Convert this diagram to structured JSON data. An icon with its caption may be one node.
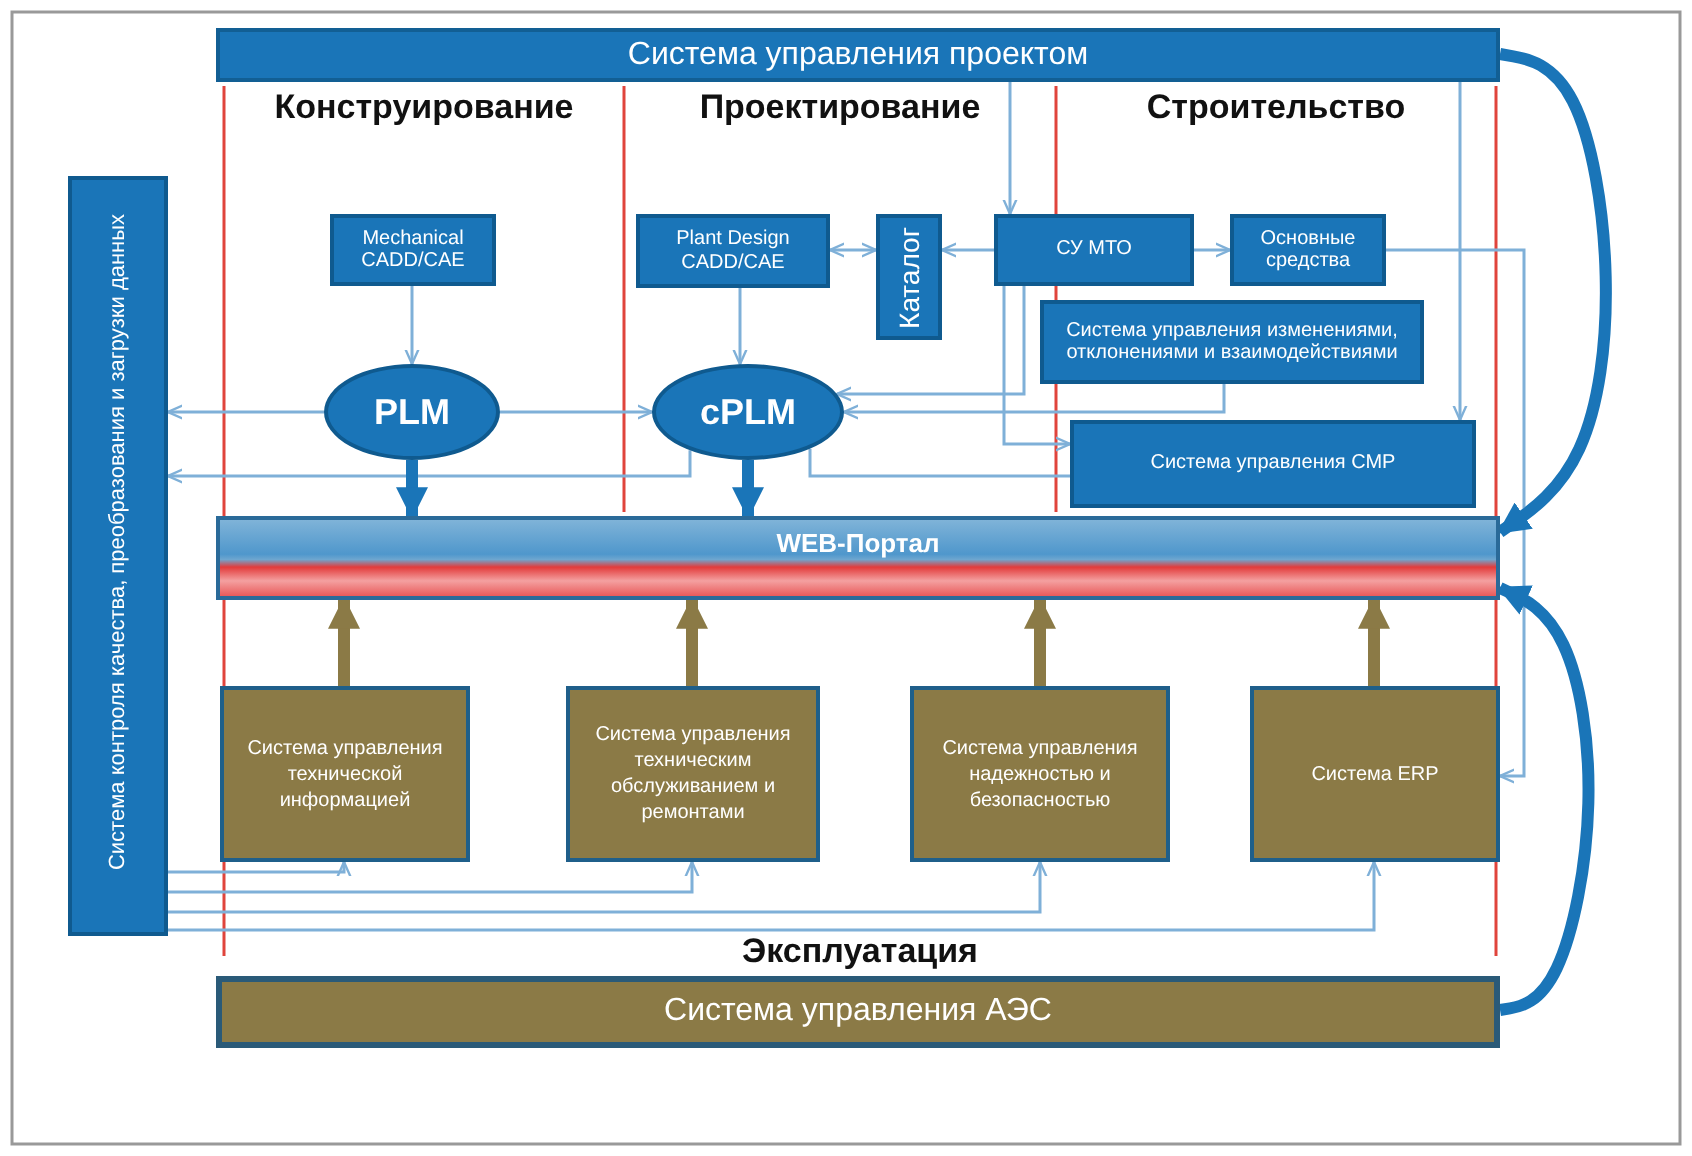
{
  "diagram": {
    "nodes": [
      {
        "text": [
          "Система управления проектом"
        ]
      },
      {
        "text": [
          "Mechanical CADD/CAE"
        ]
      },
      {
        "text": [
          "PLM"
        ]
      },
      {
        "text": [
          "Plant Design CADD/CAE"
        ]
      },
      {
        "text": [
          "Каталог"
        ]
      },
      {
        "text": [
          "СУ МТО"
        ]
      },
      {
        "text": [
          "Основные средства"
        ]
      },
      {
        "text": [
          "Система управления изменениями, отклонениями и взаимодействиями"
        ]
      },
      {
        "text": [
          "cPLM"
        ]
      },
      {
        "text": [
          "Система управления СМР"
        ]
      },
      {
        "text": [
          "WEB-Портал"
        ]
      },
      {
        "text": [
          "Система управления технической информацией"
        ]
      },
      {
        "text": [
          "Система управления техническим обслуживанием и ремонтами"
        ]
      },
      {
        "text": [
          "Система управления надежностью и безопасностью"
        ]
      },
      {
        "text": [
          "Система ERP"
        ]
      },
      {
        "text": [
          "Система управления АЭС"
        ]
      },
      {
        "text": [
          "Система контроля качества, преобразования и загрузки данных"
        ]
      }
    ],
    "edges": [
      {
        "from": 1,
        "to": 2,
        "arrow": "to"
      },
      {
        "from": 3,
        "to": 8,
        "arrow": "to"
      },
      {
        "from": 3,
        "to": 4,
        "arrow": "both"
      },
      {
        "from": 5,
        "to": 4,
        "arrow": "to"
      },
      {
        "from": 0,
        "to": 5,
        "arrow": "to"
      },
      {
        "from": 5,
        "to": 6,
        "arrow": "to"
      },
      {
        "from": 6,
        "to": 14,
        "arrow": "to"
      },
      {
        "from": 0,
        "to": 9,
        "arrow": "to"
      },
      {
        "from": 5,
        "to": 8,
        "arrow": "to"
      },
      {
        "from": 7,
        "to": 8,
        "arrow": "to"
      },
      {
        "from": 5,
        "to": 9,
        "arrow": "to"
      },
      {
        "from": 2,
        "to": 8,
        "arrow": "to"
      },
      {
        "from": 2,
        "to": 16,
        "arrow": "to"
      },
      {
        "from": 8,
        "to": 16,
        "arrow": "to"
      },
      {
        "from": 9,
        "to": 8,
        "arrow": "none"
      },
      {
        "from": 2,
        "to": 10,
        "arrow": "to",
        "style": "thick",
        "color": "#1a75b8"
      },
      {
        "from": 8,
        "to": 10,
        "arrow": "to",
        "style": "thick",
        "color": "#1a75b8"
      },
      {
        "from": 11,
        "to": 10,
        "arrow": "to",
        "style": "thick",
        "color": "#8b7a46"
      },
      {
        "from": 12,
        "to": 10,
        "arrow": "to",
        "style": "thick",
        "color": "#8b7a46"
      },
      {
        "from": 13,
        "to": 10,
        "arrow": "to",
        "style": "thick",
        "color": "#8b7a46"
      },
      {
        "from": 14,
        "to": 10,
        "arrow": "to",
        "style": "thick",
        "color": "#8b7a46"
      },
      {
        "from": 16,
        "to": 11,
        "arrow": "to"
      },
      {
        "from": 16,
        "to": 12,
        "arrow": "to"
      },
      {
        "from": 16,
        "to": 13,
        "arrow": "to"
      },
      {
        "from": 16,
        "to": 14,
        "arrow": "to"
      },
      {
        "from": 0,
        "to": 10,
        "arrow": "to",
        "style": "thick",
        "color": "#1a75b8"
      },
      {
        "from": 15,
        "to": 10,
        "arrow": "to",
        "style": "thick",
        "color": "#1a75b8"
      }
    ],
    "labels": [
      "Конструирование",
      "Проектирование",
      "Строительство",
      "Эксплуатация"
    ]
  }
}
